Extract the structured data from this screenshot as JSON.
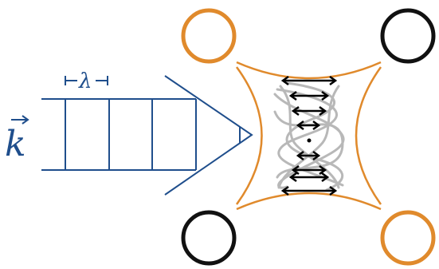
{
  "labels": {
    "wave_vector": "k",
    "wavelength": "λ"
  },
  "colors": {
    "wave": "#1f4e8c",
    "electrode_orange": "#e08a2c",
    "electrode_black": "#111111",
    "trajectory_gray": "#b8b8b8",
    "arrow_black": "#000000"
  },
  "electrodes": [
    {
      "name": "top-left",
      "color": "orange"
    },
    {
      "name": "top-right",
      "color": "black"
    },
    {
      "name": "bottom-left",
      "color": "black"
    },
    {
      "name": "bottom-right",
      "color": "orange"
    }
  ]
}
